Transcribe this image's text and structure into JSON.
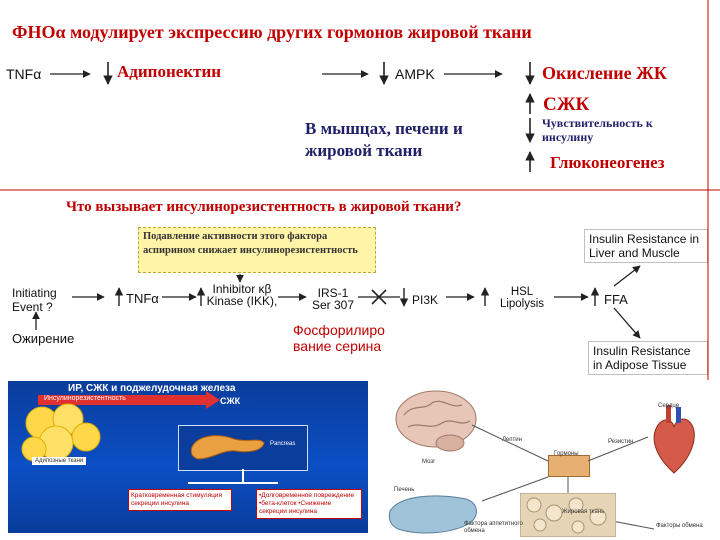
{
  "top": {
    "title": "ФНОα модулирует экспрессию других гормонов жировой ткани",
    "tnf": "TNFα",
    "adiponectin": "Адипонектин",
    "ampk": "AMPK",
    "oxidation": "Окисление ЖК",
    "szhk": "СЖК",
    "sensitivity": "Чувствительность к инсулину",
    "gluconeo": "Глюконеогенез",
    "muscles": "В мышцах, печени и жировой ткани"
  },
  "middle": {
    "title": "Что вызывает инсулинорезистентность в жировой ткани?",
    "aspirin_note": "Подавление активности этого фактора аспирином снижает инсулинорезистентность",
    "initiating": "Initiating Event ?",
    "tnf": "TNFα",
    "ikk": "Inhibitor κβ Kinase (IKK),",
    "irs1": "IRS-1 Ser 307",
    "pi3k": "PI3K",
    "hsl": "HSL Lipolysis",
    "ffa": "FFA",
    "ir_liver": "Insulin Resistance in Liver and Muscle",
    "ir_adipose": "Insulin Resistance in Adipose Tissue",
    "obesity": "Ожирение",
    "phospho": "Фосфорилиро вание серина"
  },
  "bottom_left": {
    "title": "ИР, СЖК и поджелудочная железа",
    "ir_label": "Инсулинорезистентность",
    "szhk": "СЖК",
    "adipose": "Адипозные ткани",
    "pancreas": "Pancreas",
    "short_term": "Кратковременная стимуляция секреции инсулина",
    "long_term": "•Долговременное повреждение •бета-клеток •Снижение секреции инсулина"
  },
  "bottom_right": {
    "heart": "Сердце",
    "leptin": "Лептин",
    "resistin": "Резистин",
    "brain": "Мозг",
    "hormones": "Гормоны",
    "liver": "Печень",
    "adipose": "Жировая ткань",
    "factors_a": "Фактора аппетитного обмена",
    "factors_b": "Факторы обмена"
  },
  "colors": {
    "red": "#c00000",
    "navy": "#1f1f6a",
    "note_bg": "#fff4a8",
    "blue_panel": "#0b4fc4",
    "divider": "#c00000"
  }
}
